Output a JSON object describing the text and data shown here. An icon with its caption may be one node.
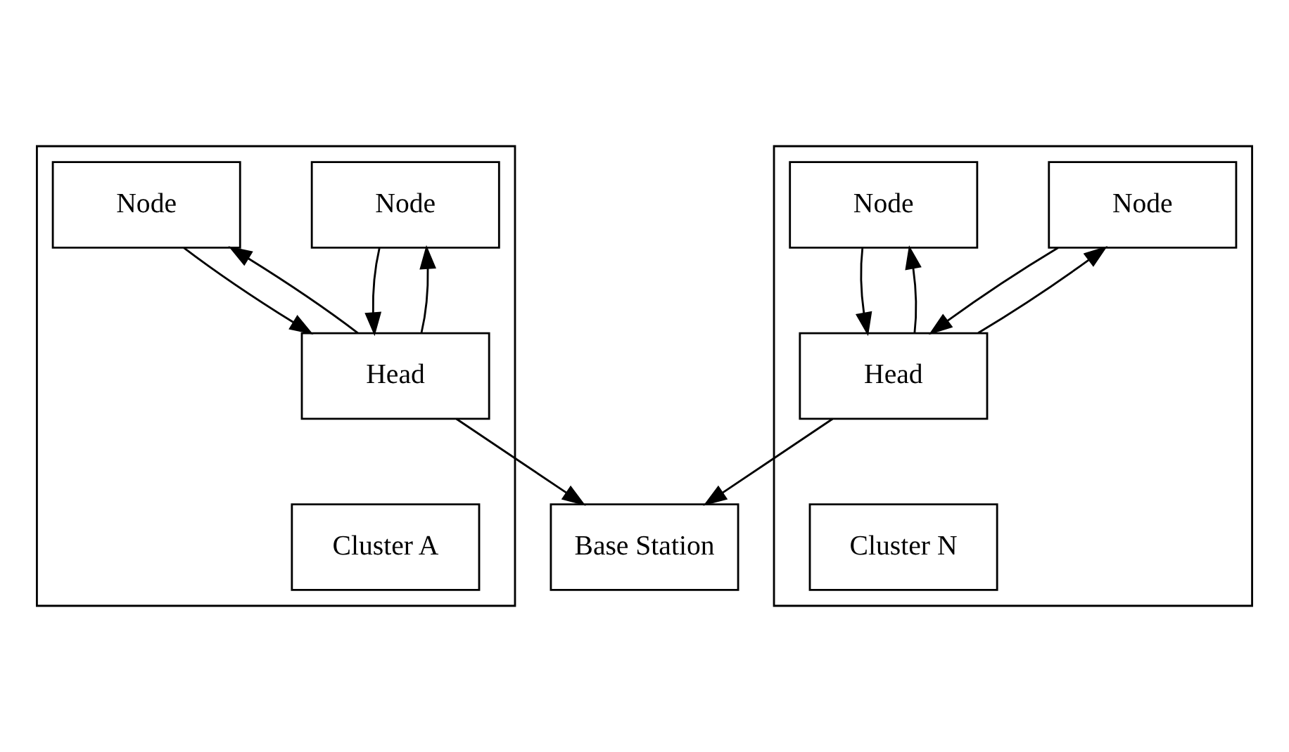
{
  "diagram": {
    "nodes": [
      {
        "text": [],
        "shape": "box"
      },
      {
        "text": [
          "Node"
        ],
        "in": 0
      },
      {
        "text": [
          "Node"
        ],
        "in": 0
      },
      {
        "text": [
          "Head"
        ],
        "in": 0
      },
      {
        "text": [
          "Cluster A"
        ],
        "in": 0
      },
      {
        "text": [],
        "shape": "box"
      },
      {
        "text": [
          "Node"
        ],
        "in": 5
      },
      {
        "text": [
          "Node"
        ],
        "in": 5
      },
      {
        "text": [
          "Head"
        ],
        "in": 5
      },
      {
        "text": [
          "Cluster N"
        ],
        "in": 5
      },
      {
        "text": [
          "Base Station"
        ]
      }
    ],
    "edges": [
      {
        "from": 3,
        "to": 1,
        "arrow": "to"
      },
      {
        "from": 1,
        "to": 3,
        "arrow": "to"
      },
      {
        "from": 3,
        "to": 2,
        "arrow": "to"
      },
      {
        "from": 2,
        "to": 3,
        "arrow": "to"
      },
      {
        "from": 8,
        "to": 6,
        "arrow": "to"
      },
      {
        "from": 6,
        "to": 8,
        "arrow": "to"
      },
      {
        "from": 8,
        "to": 7,
        "arrow": "to"
      },
      {
        "from": 7,
        "to": 8,
        "arrow": "to"
      },
      {
        "from": 3,
        "to": 10,
        "arrow": "to"
      },
      {
        "from": 8,
        "to": 10,
        "arrow": "to"
      }
    ]
  }
}
